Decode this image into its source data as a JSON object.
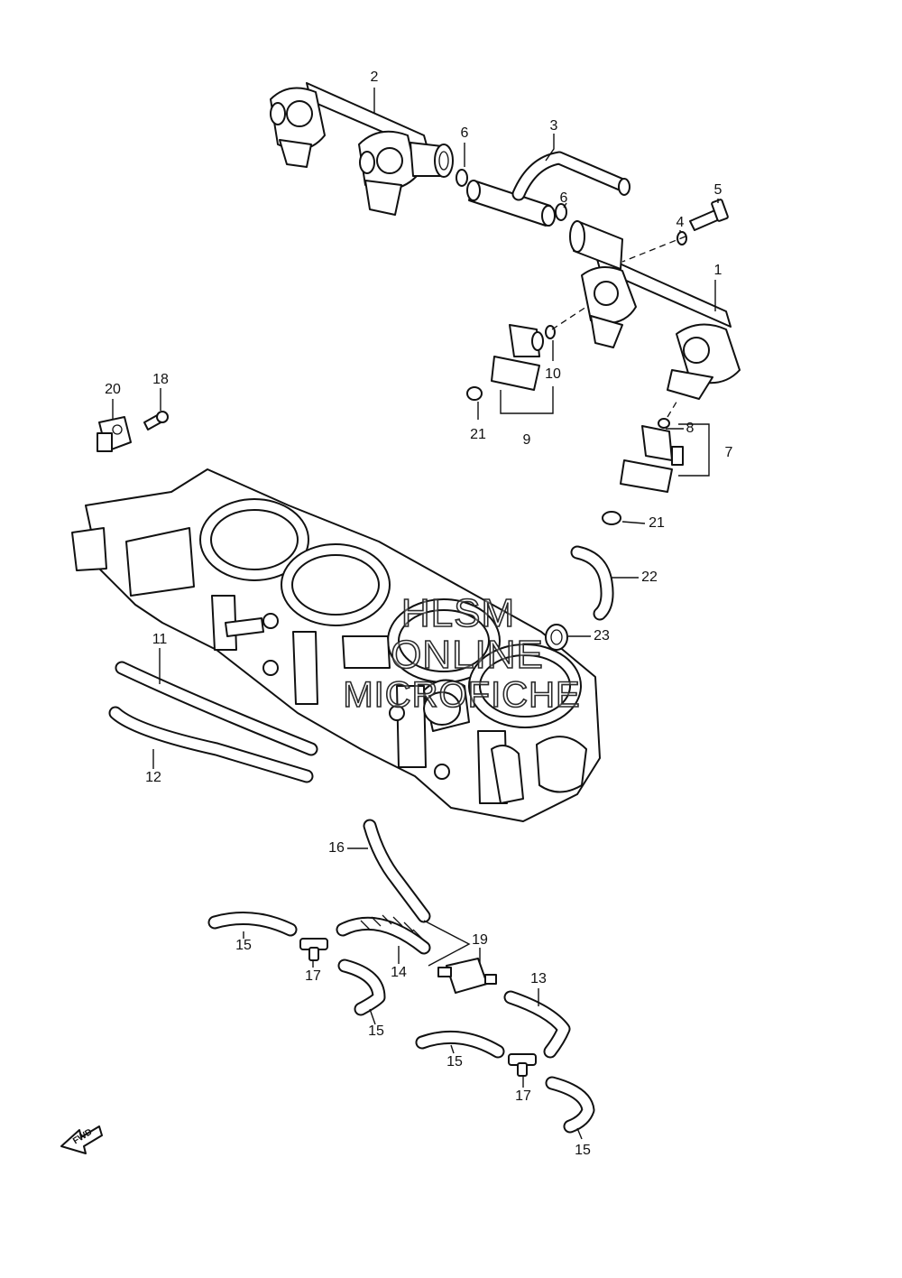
{
  "diagram": {
    "callouts": [
      {
        "id": "c1",
        "text": "1"
      },
      {
        "id": "c2",
        "text": "2"
      },
      {
        "id": "c3",
        "text": "3"
      },
      {
        "id": "c4",
        "text": "4"
      },
      {
        "id": "c5",
        "text": "5"
      },
      {
        "id": "c6a",
        "text": "6"
      },
      {
        "id": "c6b",
        "text": "6"
      },
      {
        "id": "c7",
        "text": "7"
      },
      {
        "id": "c8",
        "text": "8"
      },
      {
        "id": "c9",
        "text": "9"
      },
      {
        "id": "c10",
        "text": "10"
      },
      {
        "id": "c11",
        "text": "11"
      },
      {
        "id": "c12",
        "text": "12"
      },
      {
        "id": "c13",
        "text": "13"
      },
      {
        "id": "c14",
        "text": "14"
      },
      {
        "id": "c15a",
        "text": "15"
      },
      {
        "id": "c15b",
        "text": "15"
      },
      {
        "id": "c15c",
        "text": "15"
      },
      {
        "id": "c15d",
        "text": "15"
      },
      {
        "id": "c16",
        "text": "16"
      },
      {
        "id": "c17a",
        "text": "17"
      },
      {
        "id": "c17b",
        "text": "17"
      },
      {
        "id": "c18",
        "text": "18"
      },
      {
        "id": "c19",
        "text": "19"
      },
      {
        "id": "c20",
        "text": "20"
      },
      {
        "id": "c21a",
        "text": "21"
      },
      {
        "id": "c21b",
        "text": "21"
      },
      {
        "id": "c22",
        "text": "22"
      },
      {
        "id": "c23",
        "text": "23"
      }
    ],
    "fwd_label": "FWD"
  },
  "watermark": {
    "line1": "HLSM",
    "line2": "ONLINE",
    "line3": "MICROFICHE"
  }
}
